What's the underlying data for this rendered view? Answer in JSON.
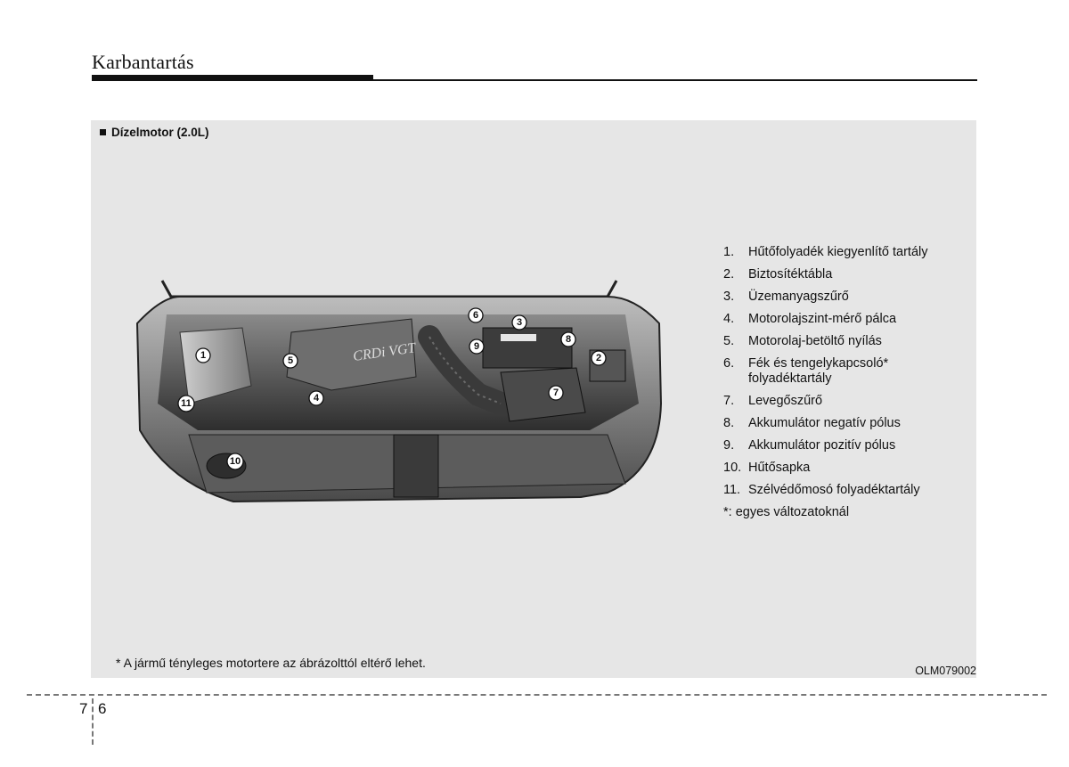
{
  "header": {
    "title": "Karbantartás"
  },
  "figure": {
    "heading": "Dízelmotor (2.0L)",
    "code": "OLM079002",
    "footnote": "* A jármű tényleges motortere az ábrázolttól eltérő lehet.",
    "callouts": [
      "1",
      "2",
      "3",
      "4",
      "5",
      "6",
      "7",
      "8",
      "9",
      "10",
      "11"
    ],
    "engine_cover_text": "CRDi VGT"
  },
  "legend": {
    "items": [
      {
        "num": "1.",
        "text": "Hűtőfolyadék kiegyenlítő tartály"
      },
      {
        "num": "2.",
        "text": "Biztosítéktábla"
      },
      {
        "num": "3.",
        "text": "Üzemanyagszűrő"
      },
      {
        "num": "4.",
        "text": "Motorolajszint-mérő pálca"
      },
      {
        "num": "5.",
        "text": "Motorolaj-betöltő nyílás"
      },
      {
        "num": "6.",
        "text": "Fék és tengelykapcsoló* folyadéktartály"
      },
      {
        "num": "7.",
        "text": "Levegőszűrő"
      },
      {
        "num": "8.",
        "text": "Akkumulátor negatív pólus"
      },
      {
        "num": "9.",
        "text": "Akkumulátor pozitív pólus"
      },
      {
        "num": "10.",
        "text": "Hűtősapka"
      },
      {
        "num": "11.",
        "text": "Szélvédőmosó folyadéktartály"
      }
    ],
    "note": "*: egyes változatoknál"
  },
  "page": {
    "chapter": "7",
    "number": "6"
  }
}
